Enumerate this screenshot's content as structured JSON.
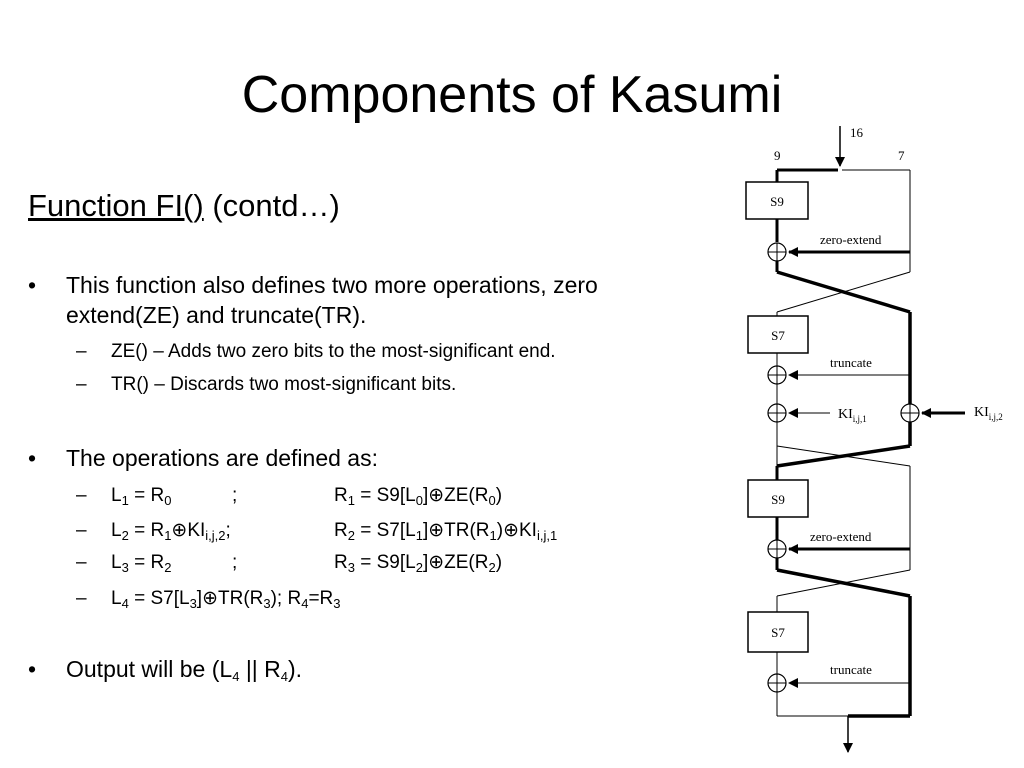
{
  "title": "Components of Kasumi",
  "subtitle": {
    "underlined": "Function FI()",
    "rest": "(contd…)"
  },
  "bullets": [
    {
      "text": "This function also defines two more operations, zero extend(ZE) and truncate(TR)."
    },
    {
      "text": "The operations are defined as:"
    }
  ],
  "subbullets": [
    "ZE() – Adds two zero bits to the most-significant end.",
    "TR() – Discards two most-significant bits."
  ],
  "output": {
    "prefix": "Output will be (L",
    "sub1": "4",
    "mid": " || R",
    "sub2": "4",
    "suffix": ")."
  },
  "equations": [
    {
      "left": "L1 = R0",
      "right": "R1 = S9[L0]⊕ZE(R0)"
    },
    {
      "left": "L2 = R1⊕KIi,j,2;",
      "right": "R2 = S7[L1]⊕TR(R1)⊕KIi,j,1"
    },
    {
      "left": "L3 = R2",
      "right": "R3 = S9[L2]⊕ZE(R2)"
    },
    {
      "left": "L4 = S7[L3]⊕TR(R3); R4=R3"
    }
  ],
  "diagram": {
    "input_bits": "16",
    "left_bits": "9",
    "right_bits": "7",
    "boxes": [
      "S9",
      "S7",
      "S9",
      "S7"
    ],
    "labels": {
      "zero_extend": "zero-extend",
      "truncate": "truncate",
      "ki": "KI",
      "ki1_sub": "i,j,1",
      "ki2_sub": "i,j,2"
    }
  }
}
